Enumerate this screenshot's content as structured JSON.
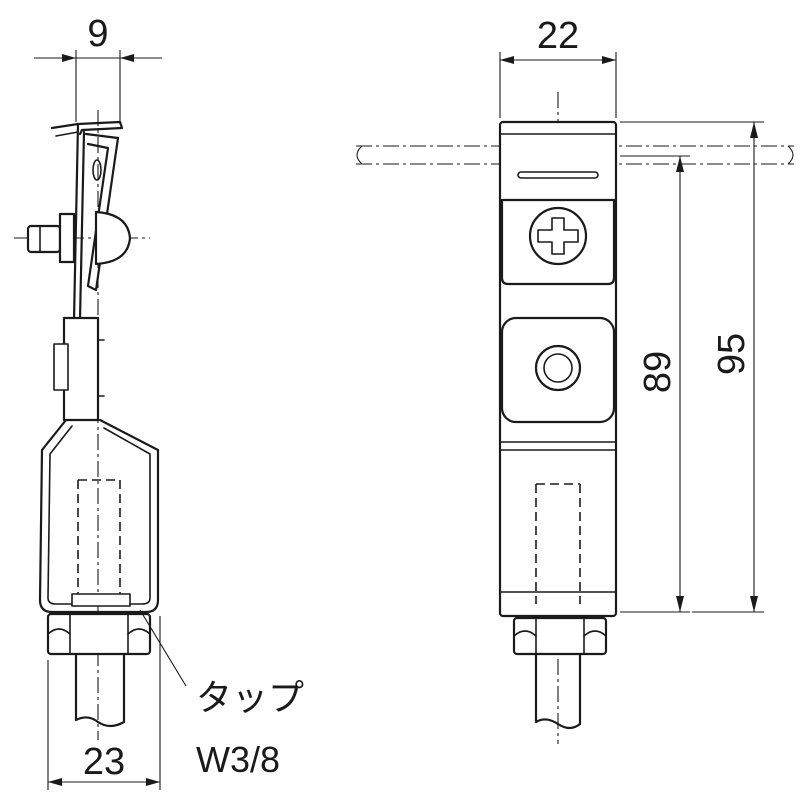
{
  "dimensions": {
    "side_width": "9",
    "front_width": "22",
    "nut_width": "23",
    "height_inner": "89",
    "height_total": "95"
  },
  "callout": {
    "line1": "タップ",
    "line2": "W3/8"
  },
  "colors": {
    "stroke": "#1a1a1a",
    "background": "#ffffff"
  }
}
